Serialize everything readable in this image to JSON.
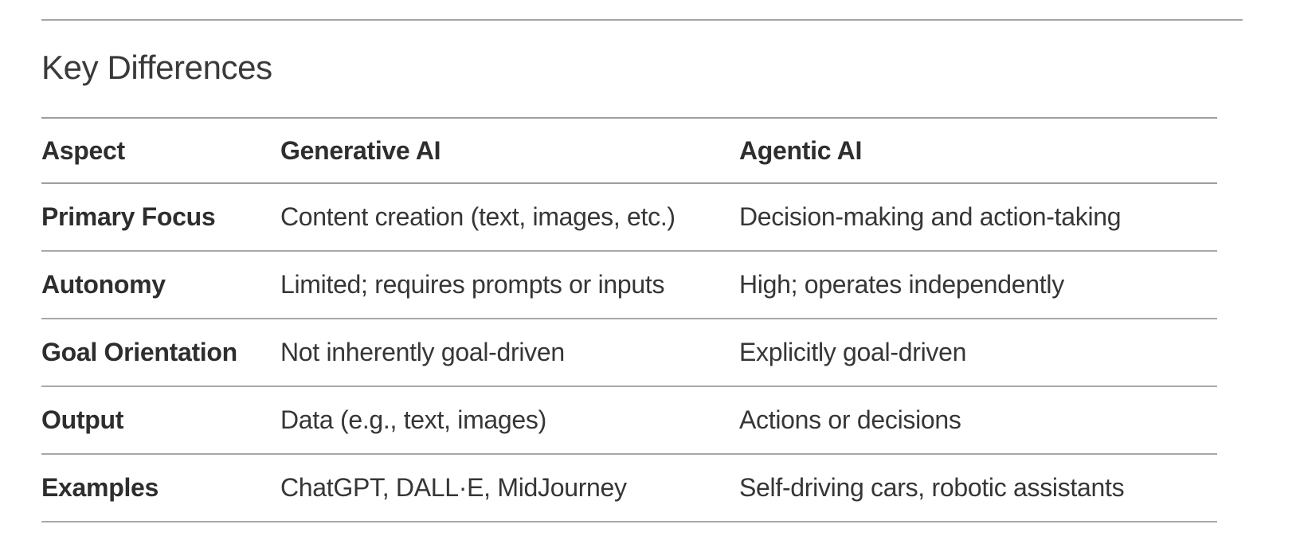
{
  "page": {
    "heading": "Key Differences"
  },
  "table": {
    "columns": [
      "Aspect",
      "Generative AI",
      "Agentic AI"
    ],
    "rows": [
      [
        "Primary Focus",
        "Content creation (text, images, etc.)",
        "Decision-making and action-taking"
      ],
      [
        "Autonomy",
        "Limited; requires prompts or inputs",
        "High; operates independently"
      ],
      [
        "Goal Orientation",
        "Not inherently goal-driven",
        "Explicitly goal-driven"
      ],
      [
        "Output",
        "Data (e.g., text, images)",
        "Actions or decisions"
      ],
      [
        "Examples",
        "ChatGPT, DALL·E, MidJourney",
        "Self-driving cars, robotic assistants"
      ]
    ]
  },
  "colors": {
    "background": "#ffffff",
    "text": "#363636",
    "bold_text": "#2e2e2e",
    "divider": "#a6a6a6"
  }
}
